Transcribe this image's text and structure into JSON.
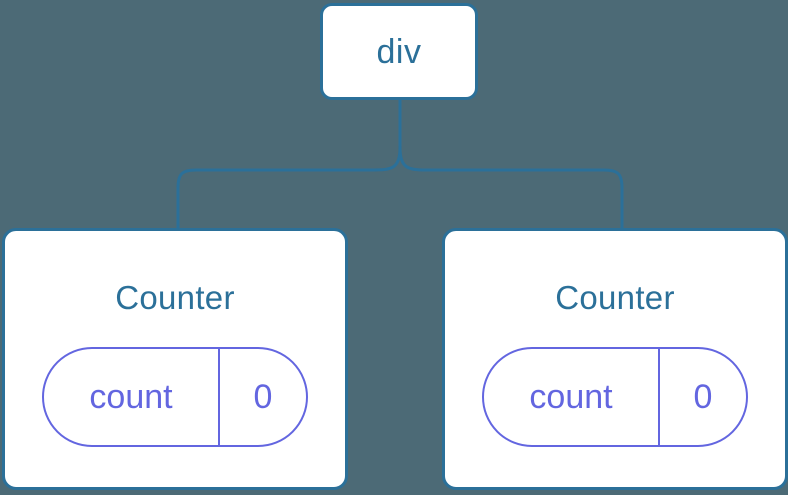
{
  "diagram": {
    "type": "component-tree",
    "background_color": "#4c6a76",
    "node_border_color": "#2b7099",
    "node_text_color": "#2b7099",
    "state_accent_color": "#6366e0",
    "root": {
      "label": "div"
    },
    "children": [
      {
        "title": "Counter",
        "state": {
          "key": "count",
          "value": "0"
        }
      },
      {
        "title": "Counter",
        "state": {
          "key": "count",
          "value": "0"
        }
      }
    ],
    "connector": {
      "name": "tree-connector",
      "color": "#2b7099",
      "stroke_width": 3
    }
  }
}
